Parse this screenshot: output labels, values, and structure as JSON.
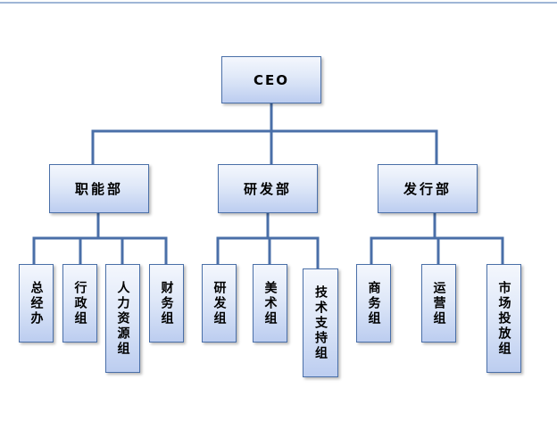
{
  "ceo": {
    "label": "CEO"
  },
  "departments": [
    {
      "label": "职能部"
    },
    {
      "label": "研发部"
    },
    {
      "label": "发行部"
    }
  ],
  "groups": [
    {
      "label": "总经办"
    },
    {
      "label": "行政组"
    },
    {
      "label": "人力资源组"
    },
    {
      "label": "财务组"
    },
    {
      "label": "研发组"
    },
    {
      "label": "美术组"
    },
    {
      "label": "技术支持组"
    },
    {
      "label": "商务组"
    },
    {
      "label": "运营组"
    },
    {
      "label": "市场投放组"
    }
  ],
  "colors": {
    "connector": "#4a6fa8",
    "node_border": "#4a6fa8",
    "node_fill_top": "#f4f7fd",
    "node_fill_bottom": "#bccdf0"
  }
}
